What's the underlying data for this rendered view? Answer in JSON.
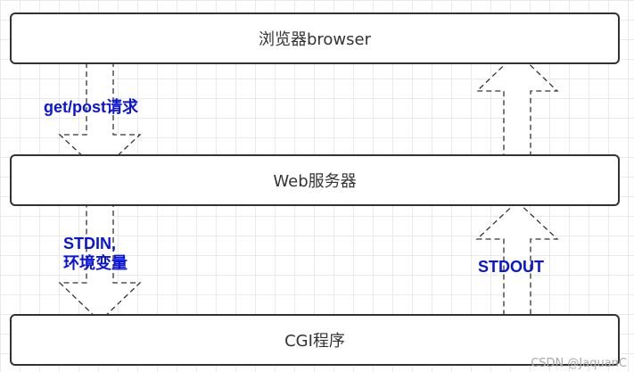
{
  "boxes": {
    "browser": "浏览器browser",
    "web_server": "Web服务器",
    "cgi": "CGI程序"
  },
  "labels": {
    "request": "get/post请求",
    "stdin_line1": "STDIN,",
    "stdin_line2": "环境变量",
    "stdout": "STDOUT"
  },
  "watermark": "CSDN @JaquanC",
  "colors": {
    "label": "#0a14d9",
    "box_border": "#333333",
    "arrow_border": "#333333"
  }
}
